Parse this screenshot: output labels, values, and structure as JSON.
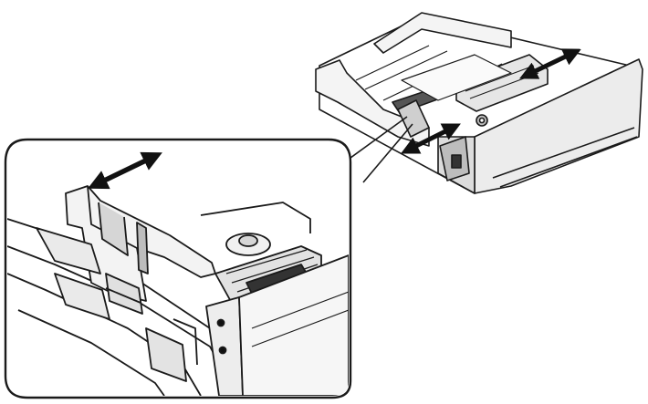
{
  "figure": {
    "kind": "paper-tray-guide-adjustment-illustration",
    "arrows": {
      "main_side_guide": "double-arrow",
      "main_rear_guide": "double-arrow",
      "detail_side_guide": "double-arrow"
    },
    "colors": {
      "line": "#1a1a1a",
      "fill_light": "#ffffff",
      "fill_mid": "#e6e6e6",
      "fill_dark": "#b3b3b3",
      "arrow": "#111111"
    },
    "icons": {
      "arrow_icon": "double-headed-arrow",
      "detail_callout": "rounded-callout-box"
    }
  }
}
